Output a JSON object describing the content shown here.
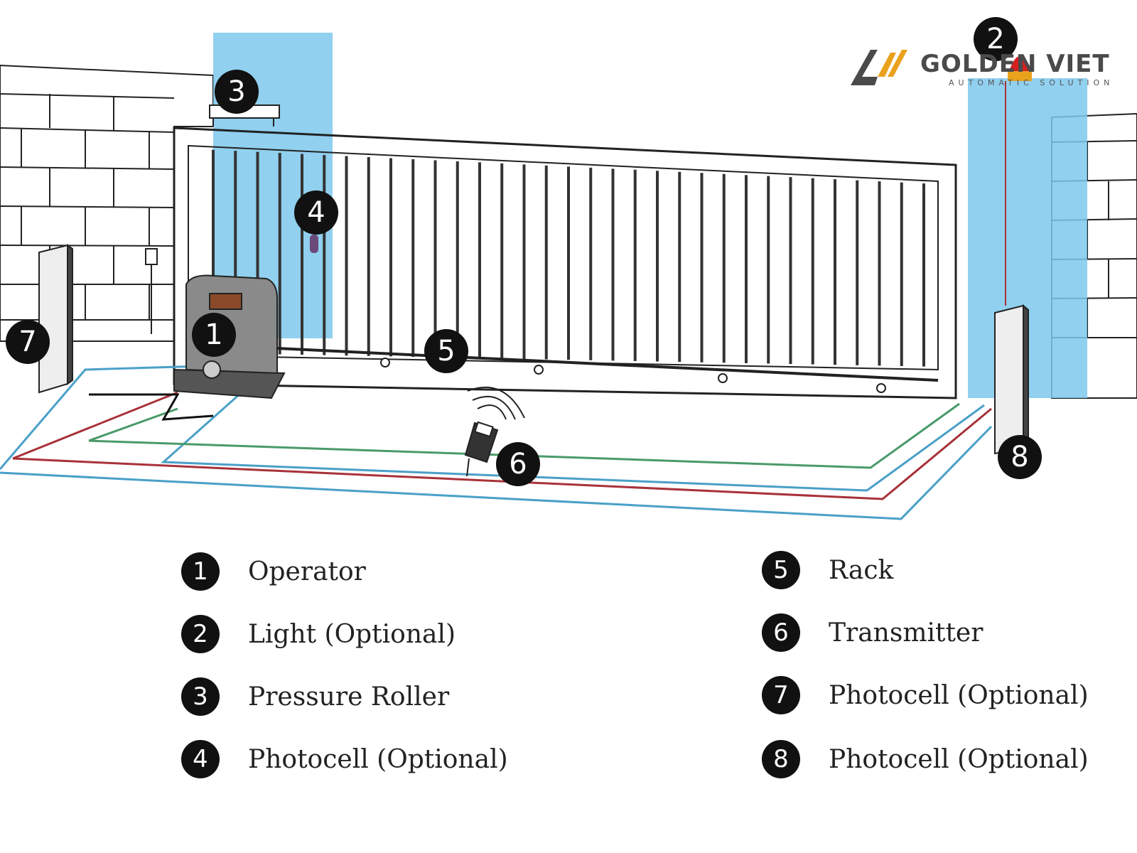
{
  "brand": {
    "name": "GOLDEN VIET",
    "tagline": "AUTOMATIC SOLUTION",
    "colors": {
      "gold": "#e9a21c",
      "dark": "#4a4a4a"
    }
  },
  "diagram": {
    "markers": [
      "1",
      "2",
      "3",
      "4",
      "5",
      "6",
      "7",
      "8"
    ]
  },
  "legend": {
    "items": [
      {
        "number": "1",
        "label": "Operator"
      },
      {
        "number": "2",
        "label": "Light (Optional)"
      },
      {
        "number": "3",
        "label": "Pressure Roller"
      },
      {
        "number": "4",
        "label": "Photocell (Optional)"
      },
      {
        "number": "5",
        "label": "Rack"
      },
      {
        "number": "6",
        "label": "Transmitter"
      },
      {
        "number": "7",
        "label": "Photocell (Optional)"
      },
      {
        "number": "8",
        "label": "Photocell (Optional)"
      }
    ]
  },
  "colors": {
    "pillar": "#7ec8ec",
    "wire_red": "#a8323a",
    "wire_green": "#4a9a6a",
    "wire_blue": "#4aa0c8",
    "line": "#222222"
  }
}
